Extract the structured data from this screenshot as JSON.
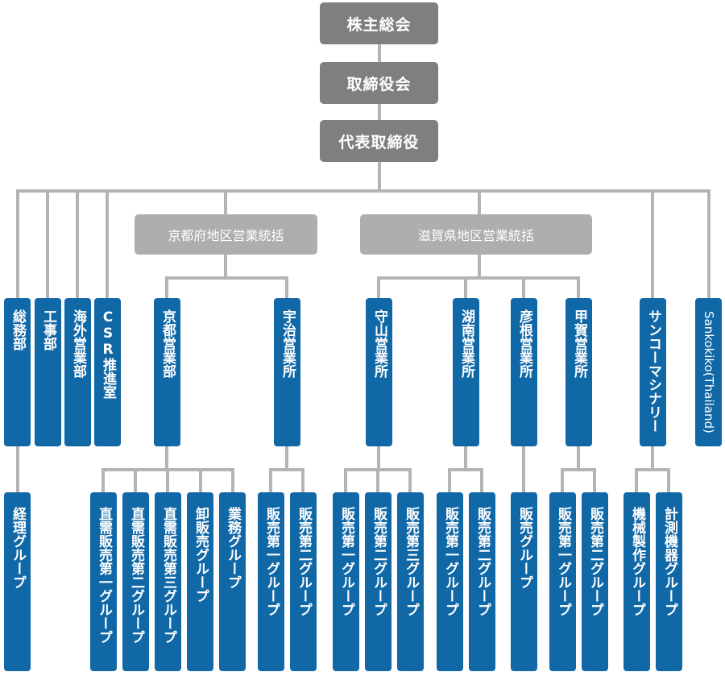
{
  "top": {
    "shareholders": "株主総会",
    "board": "取締役会",
    "president": "代表取締役"
  },
  "regions": {
    "kyoto": "京都府地区営業統括",
    "shiga": "滋賀県地区営業統括"
  },
  "departments": {
    "general_affairs": "総務部",
    "construction": "工事部",
    "overseas_sales": "海外営業部",
    "csr": "CSR推進室",
    "kyoto_sales": "京都営業部",
    "uji_office": "宇治営業所",
    "moriyama_office": "守山営業所",
    "konan_office": "湖南営業所",
    "hikone_office": "彦根営業所",
    "koka_office": "甲賀営業所",
    "sanko_machinery": "サンコーマシナリー",
    "sankokiko_thailand": "Sankokiko(Thailand)"
  },
  "groups": {
    "accounting": "経理グループ",
    "direct_sales_1": "直需販売第一グループ",
    "direct_sales_2": "直需販売第二グループ",
    "direct_sales_3": "直需販売第三グループ",
    "wholesale": "卸販売グループ",
    "business": "業務グループ",
    "uji_sales_1": "販売第一グループ",
    "uji_sales_2": "販売第二グループ",
    "moriyama_sales_1": "販売第一グループ",
    "moriyama_sales_2": "販売第二グループ",
    "moriyama_sales_3": "販売第三グループ",
    "konan_sales_1": "販売第一グループ",
    "konan_sales_2": "販売第二グループ",
    "hikone_sales": "販売グループ",
    "koka_sales_1": "販売第一グループ",
    "koka_sales_2": "販売第二グループ",
    "machine_manufacturing": "機械製作グループ",
    "measuring_instruments": "計測機器グループ"
  },
  "colors": {
    "executive": "#7f7f7f",
    "region": "#aeaeae",
    "unit": "#1168a7",
    "connector": "#b4b4b4"
  }
}
